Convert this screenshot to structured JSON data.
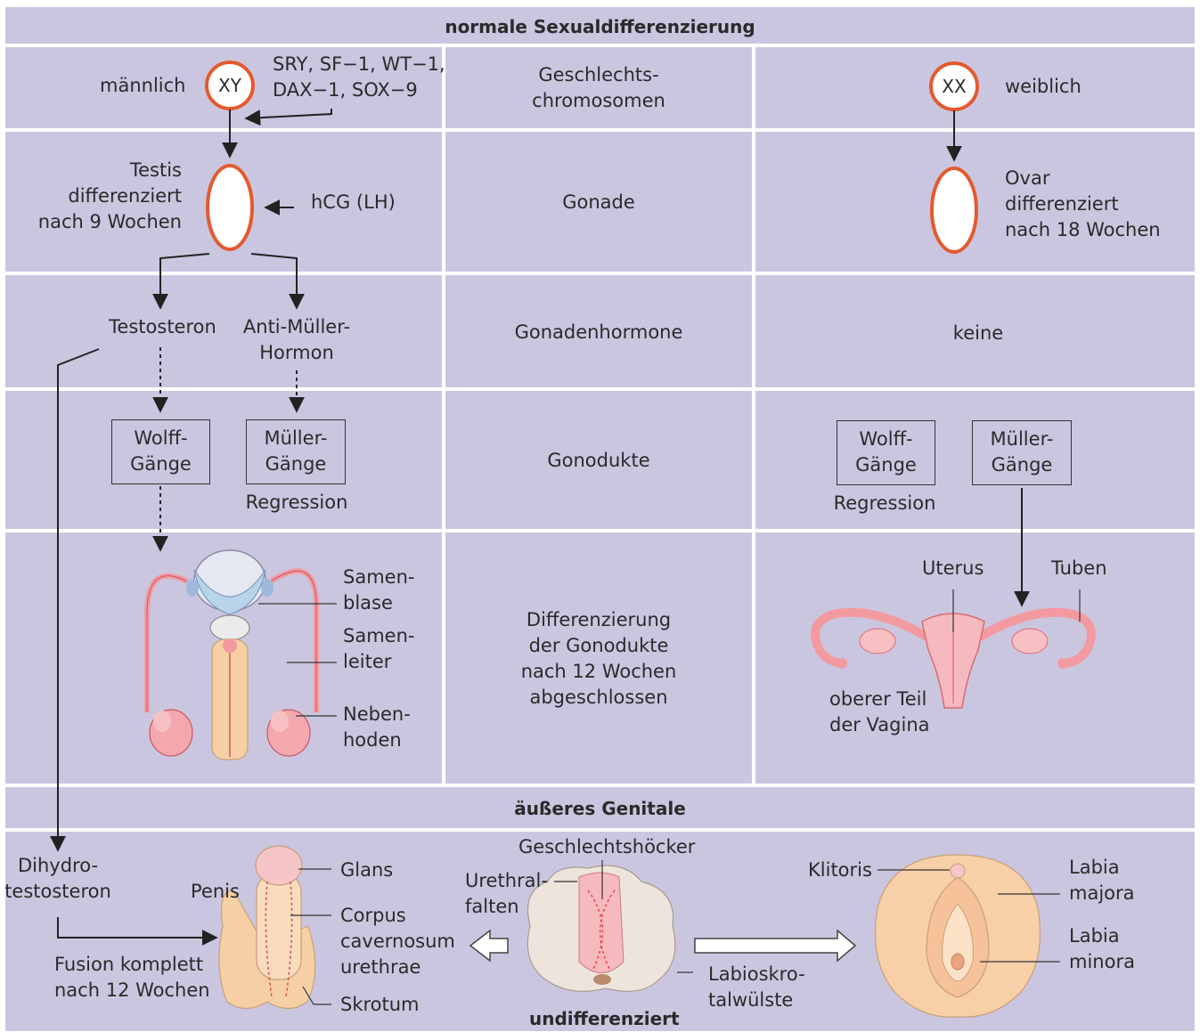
{
  "header": "normale Sexualdifferenzierung",
  "rows": {
    "chromosomes": {
      "male_label": "männlich",
      "male_karyotype": "XY",
      "genes_line1": "SRY, SF−1, WT−1,",
      "genes_line2": "DAX−1, SOX−9",
      "center_line1": "Geschlechts-",
      "center_line2": "chromosomen",
      "female_karyotype": "XX",
      "female_label": "weiblich"
    },
    "gonad": {
      "male_line1": "Testis",
      "male_line2": "differenziert",
      "male_line3": "nach 9 Wochen",
      "hormone": "hCG (LH)",
      "center": "Gonade",
      "female_line1": "Ovar",
      "female_line2": "differenziert",
      "female_line3": "nach 18 Wochen"
    },
    "hormones": {
      "testosterone": "Testosteron",
      "amh_line1": "Anti-Müller-",
      "amh_line2": "Hormon",
      "center": "Gonadenhormone",
      "female": "keine"
    },
    "ducts": {
      "male_wolff_line1": "Wolff-",
      "male_wolff_line2": "Gänge",
      "male_mueller_line1": "Müller-",
      "male_mueller_line2": "Gänge",
      "male_regression": "Regression",
      "center": "Gonodukte",
      "female_wolff_line1": "Wolff-",
      "female_wolff_line2": "Gänge",
      "female_mueller_line1": "Müller-",
      "female_mueller_line2": "Gänge",
      "female_regression": "Regression"
    },
    "differentiation": {
      "samenblase_line1": "Samen-",
      "samenblase_line2": "blase",
      "samenleiter_line1": "Samen-",
      "samenleiter_line2": "leiter",
      "nebenhoden_line1": "Neben-",
      "nebenhoden_line2": "hoden",
      "center_line1": "Differenzierung",
      "center_line2": "der Gonodukte",
      "center_line3": "nach 12 Wochen",
      "center_line4": "abgeschlossen",
      "uterus": "Uterus",
      "tuben": "Tuben",
      "vagina_line1": "oberer Teil",
      "vagina_line2": "der Vagina"
    }
  },
  "external": {
    "header": "äußeres Genitale",
    "dht_line1": "Dihydro-",
    "dht_line2": "testosteron",
    "penis": "Penis",
    "glans": "Glans",
    "corpus_line1": "Corpus",
    "corpus_line2": "cavernosum",
    "corpus_line3": "urethrae",
    "skrotum": "Skrotum",
    "fusion_line1": "Fusion komplett",
    "fusion_line2": "nach 12 Wochen",
    "tubercle": "Geschlechtshöcker",
    "urethral_line1": "Urethral-",
    "urethral_line2": "falten",
    "labioscrotal_line1": "Labioskro-",
    "labioscrotal_line2": "talwülste",
    "undifferentiated": "undifferenziert",
    "klitoris": "Klitoris",
    "labia_majora_line1": "Labia",
    "labia_majora_line2": "majora",
    "labia_minora_line1": "Labia",
    "labia_minora_line2": "minora"
  },
  "colors": {
    "panel": "#cbc6e0",
    "grid": "#ffffff",
    "circle_stroke": "#e35a2e",
    "flesh": "#f6cfa5",
    "pink": "#f29aa0",
    "blue": "#b9d3ea"
  }
}
